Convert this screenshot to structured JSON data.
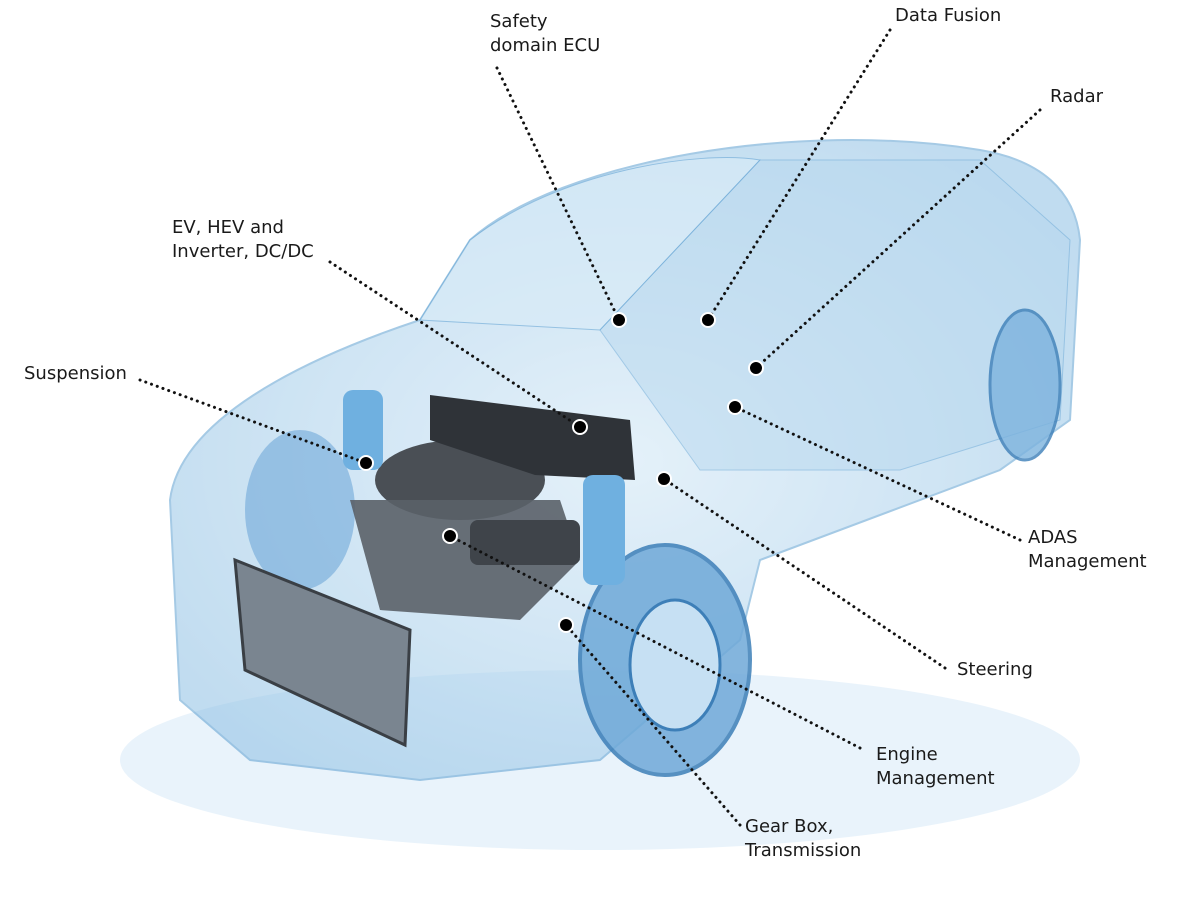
{
  "colors": {
    "car_body": "#9fcbe8",
    "car_outline": "#5d9fd0",
    "engine": "#4a4f55",
    "leader": "#111111"
  },
  "labels": [
    {
      "id": "safety",
      "lines": [
        "Safety",
        "domain ECU"
      ]
    },
    {
      "id": "fusion",
      "lines": [
        "Data Fusion"
      ]
    },
    {
      "id": "radar",
      "lines": [
        "Radar"
      ]
    },
    {
      "id": "ev",
      "lines": [
        "EV, HEV and",
        "Inverter, DC/DC"
      ]
    },
    {
      "id": "suspension",
      "lines": [
        "Suspension"
      ]
    },
    {
      "id": "adas",
      "lines": [
        "ADAS",
        "Management"
      ]
    },
    {
      "id": "steering",
      "lines": [
        "Steering"
      ]
    },
    {
      "id": "engine",
      "lines": [
        "Engine",
        "Management"
      ]
    },
    {
      "id": "gearbox",
      "lines": [
        "Gear Box,",
        "Transmission"
      ]
    }
  ]
}
